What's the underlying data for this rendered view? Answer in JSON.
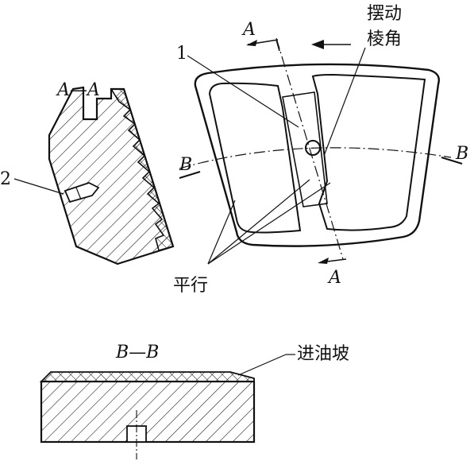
{
  "labels": {
    "section_aa": "A—A",
    "section_bb": "B—B",
    "cut_a_top": "A",
    "cut_a_bottom": "A",
    "cut_b_left": "B",
    "cut_b_right": "B",
    "part_1": "1",
    "part_2": "2",
    "swing_line1": "摆动",
    "swing_line2": "棱角",
    "parallel": "平行",
    "oil_slope": "进油坡"
  }
}
